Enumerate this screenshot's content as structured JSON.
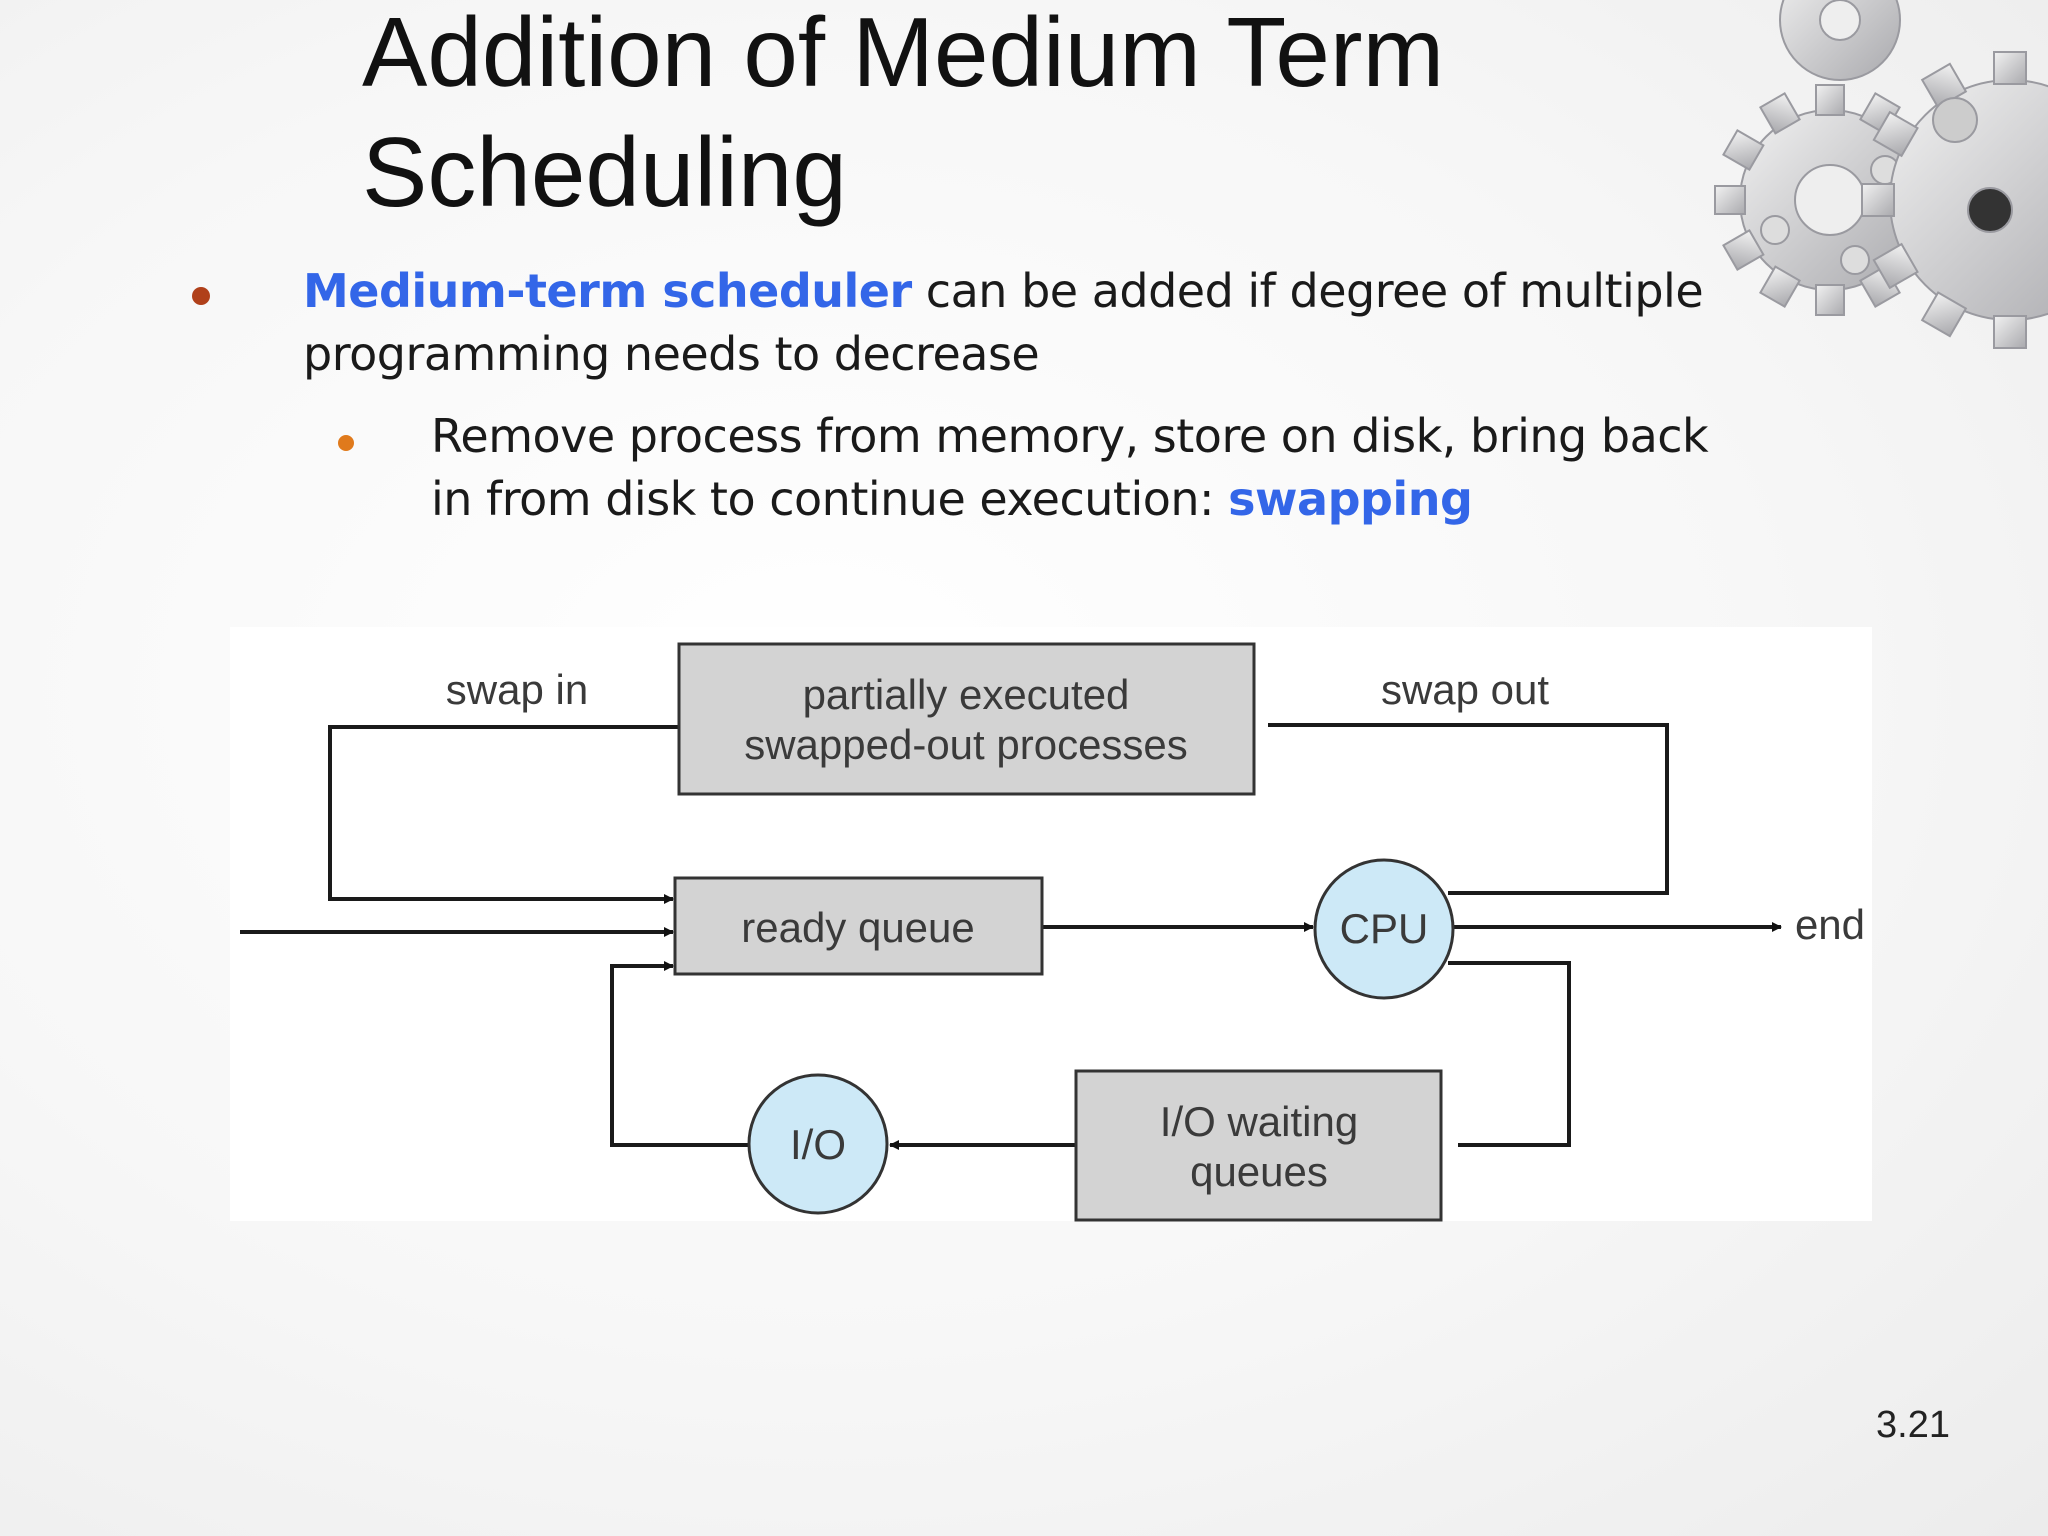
{
  "slide": {
    "title_line1": "Addition of Medium Term",
    "title_line2": "Scheduling",
    "bullet1": {
      "highlight": "Medium-term scheduler",
      "text_line1": " can be added if degree of multiple",
      "text_line2": "programming needs to decrease"
    },
    "subbullet1": {
      "text_line1": "Remove process from memory, store on disk, bring back",
      "text_line2": "in from disk to continue execution: ",
      "highlight": "swapping"
    },
    "page_number": "3.21",
    "colors": {
      "highlight": "#3366e8",
      "bullet1": "#b0401a",
      "bullet2": "#e07a1c",
      "box_fill": "#d3d3d3",
      "circle_fill": "#cde9f7"
    },
    "decoration": "gears-image"
  },
  "diagram": {
    "swap_in": "swap in",
    "swap_out": "swap out",
    "swapped_box_line1": "partially executed",
    "swapped_box_line2": "swapped-out processes",
    "ready_queue": "ready queue",
    "cpu": "CPU",
    "end": "end",
    "io": "I/O",
    "io_wait_line1": "I/O waiting",
    "io_wait_line2": "queues"
  }
}
